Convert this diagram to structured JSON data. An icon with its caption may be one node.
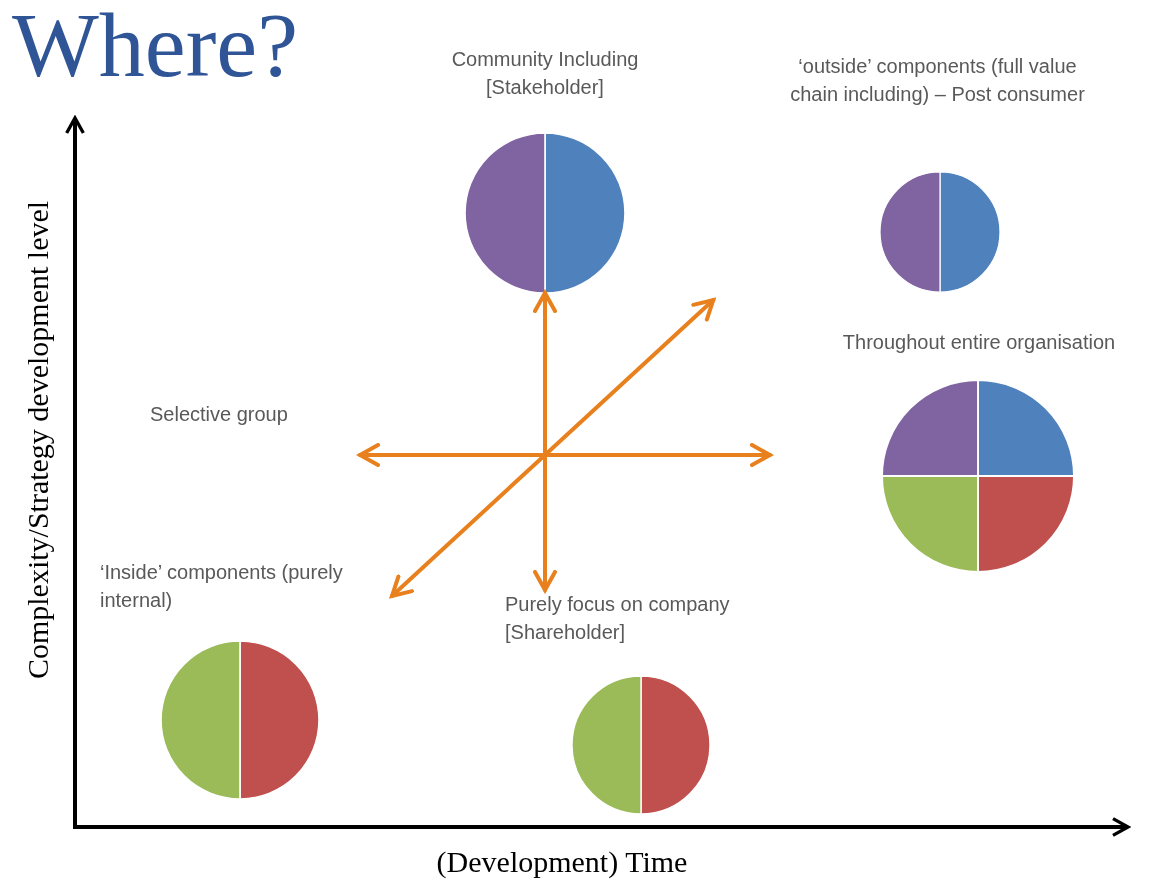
{
  "diagram": {
    "title": "Where?",
    "nodes": [
      {
        "text": [
          "Community Including [Stakeholder]"
        ]
      },
      {
        "text": [],
        "shape": "circle"
      },
      {
        "text": [
          "‘outside’ components (full value chain including) – Post consumer"
        ]
      },
      {
        "text": [],
        "shape": "circle",
        "in": 2
      },
      {
        "text": [
          "Throughout entire organisation"
        ]
      },
      {
        "text": [],
        "shape": "circle",
        "in": 4
      },
      {
        "text": [
          "Selective group"
        ]
      },
      {
        "text": [
          "‘Inside’ components (purely internal)"
        ]
      },
      {
        "text": [],
        "shape": "circle"
      },
      {
        "text": [
          "Purely focus on company [Shareholder]"
        ]
      },
      {
        "text": [],
        "shape": "circle"
      }
    ],
    "edges": [
      {
        "from": 9,
        "to": 1,
        "arrow": "both"
      },
      {
        "from": 6,
        "to": 4,
        "arrow": "both"
      },
      {
        "from": 7,
        "to": 2,
        "arrow": "both"
      }
    ],
    "labels": [
      "Complexity/Strategy development level",
      "(Development) Time"
    ]
  }
}
